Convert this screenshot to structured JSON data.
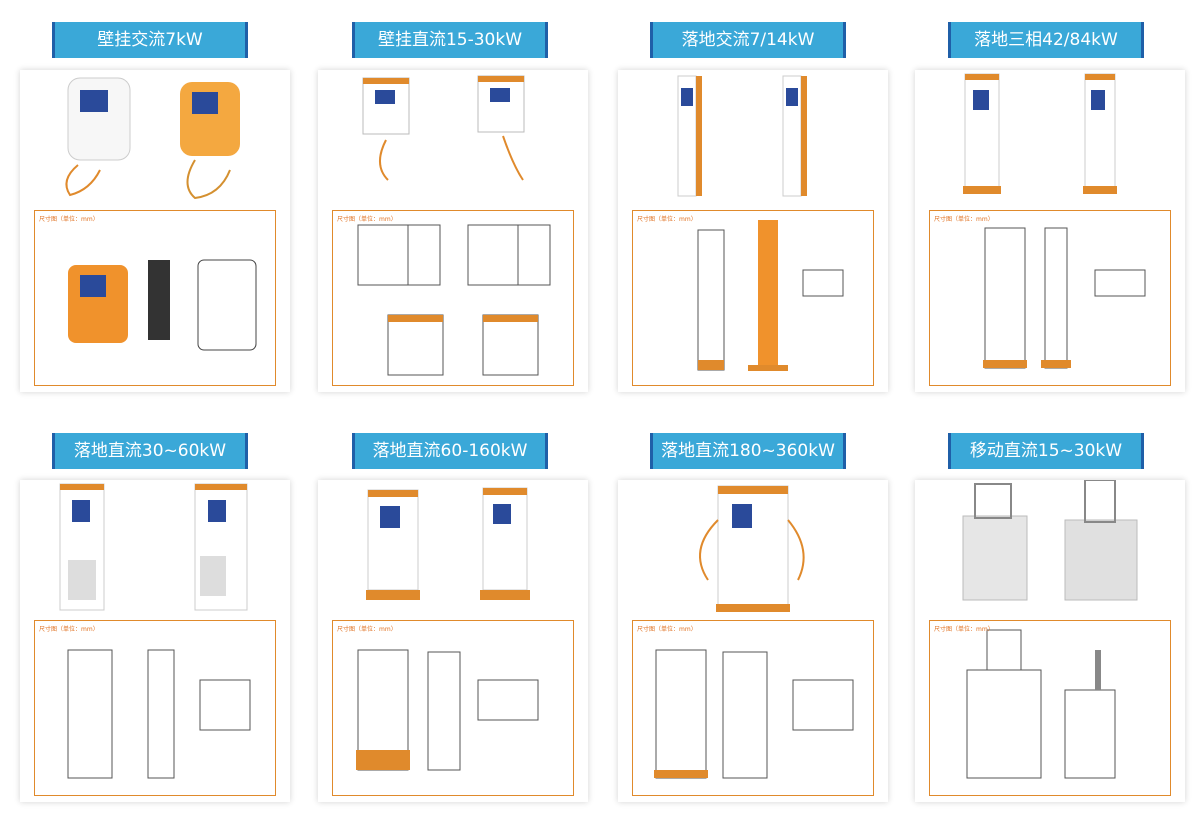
{
  "products": [
    {
      "title": "壁挂交流7kW",
      "dim_label": "尺寸图（单位：mm）"
    },
    {
      "title": "壁挂直流15-30kW",
      "dim_label": "尺寸图（单位：mm）"
    },
    {
      "title": "落地交流7/14kW",
      "dim_label": "尺寸图（单位：mm）"
    },
    {
      "title": "落地三相42/84kW",
      "dim_label": "尺寸图（单位：mm）"
    },
    {
      "title": "落地直流30~60kW",
      "dim_label": "尺寸图（单位：mm）"
    },
    {
      "title": "落地直流60-160kW",
      "dim_label": "尺寸图（单位：mm）"
    },
    {
      "title": "落地直流180~360kW",
      "dim_label": "尺寸图（单位：mm）"
    },
    {
      "title": "移动直流15~30kW",
      "dim_label": "尺寸图（单位：mm）"
    }
  ],
  "colors": {
    "banner": "#3aa8d8",
    "banner_edge": "#1f5fa8",
    "accent": "#e08a2c",
    "screen": "#2a4a9a"
  }
}
